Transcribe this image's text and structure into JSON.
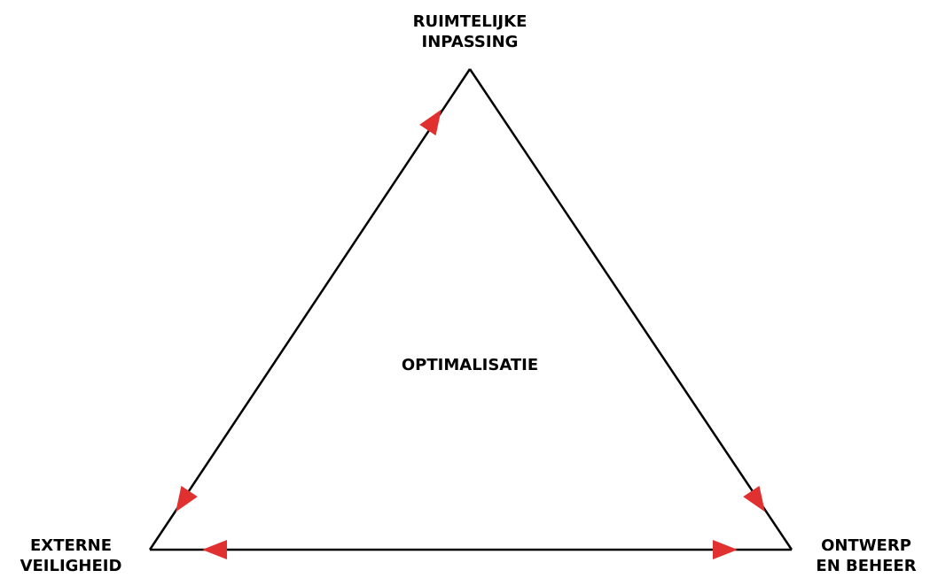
{
  "diagram": {
    "nodes": {
      "top": {
        "line1": "RUIMTELIJKE",
        "line2": "INPASSING"
      },
      "bottom_left": {
        "line1": "EXTERNE",
        "line2": "VEILIGHEID"
      },
      "bottom_right": {
        "line1": "ONTWERP",
        "line2": "EN BEHEER"
      }
    },
    "center_label": "OPTIMALISATIE",
    "colors": {
      "edge": "#000000",
      "arrow": "#e03030"
    }
  }
}
